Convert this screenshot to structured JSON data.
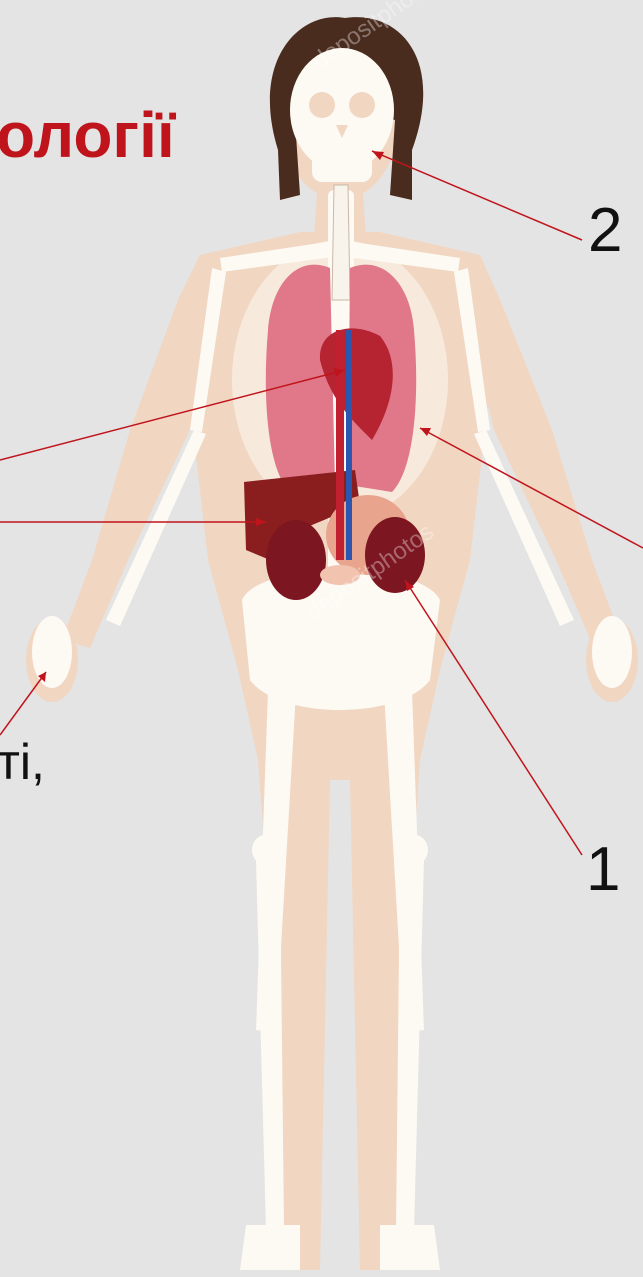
{
  "slide": {
    "title_fragment": "ології",
    "text_fragment": "ті,",
    "callouts": [
      "2",
      "1"
    ]
  },
  "watermark": {
    "text": "depositphotos"
  },
  "colors": {
    "background": "#e4e4e4",
    "title": "#c0141c",
    "leader_lines": "#c0141c",
    "bone": "#fdfaf4",
    "body_silhouette": "#f1d6c2",
    "hair": "#4a2c1f",
    "lungs": "#e0788a",
    "heart": "#b52430",
    "liver": "#8a1e1e",
    "kidney": "#7c1620",
    "artery": "#c02030",
    "vein": "#2c57b0"
  }
}
